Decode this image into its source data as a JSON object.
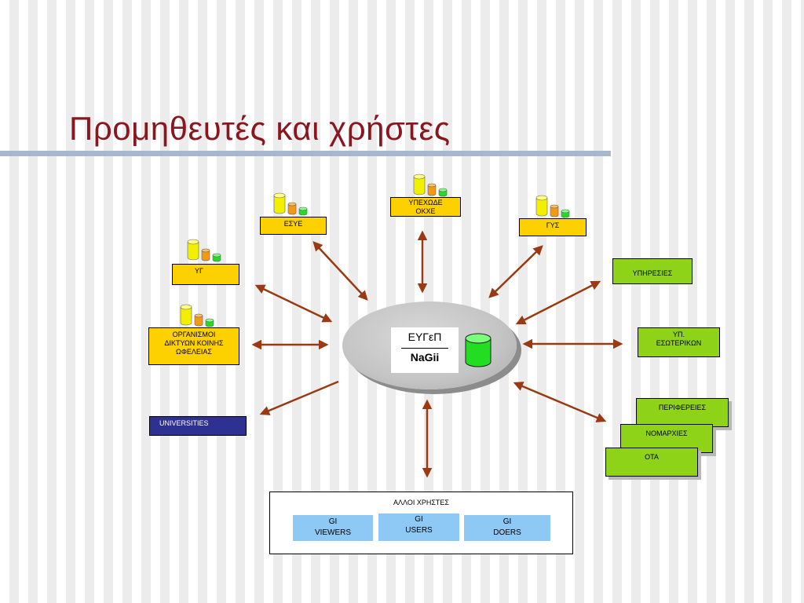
{
  "title": "Προμηθευτές και χρήστες",
  "center": {
    "line1": "ΕΥΓεΠ",
    "line2": "NaGii"
  },
  "nodes": {
    "esye": "ΕΣΥΕ",
    "ypexode": "ΥΠΕΧΩΔΕ\nΟΚΧΕ",
    "gys": "ΓΥΣ",
    "yg": "ΥΓ",
    "organismoi": "ΟΡΓΑΝΙΣΜΟΙ\nΔΙΚΤΥΩΝ    ΚΟΙΝΗΣ\nΩΦΕΛΕΙΑΣ",
    "universities": "UNIVERSITIES",
    "ypiresies": "ΥΠΗΡΕΣΙΕΣ",
    "yp_esoterikon": "ΥΠ.\nΕΣΩΤΕΡΙΚΩΝ",
    "perifereies": "ΠΕΡΙΦΕΡΕΙΕΣ",
    "nomarxies": "ΝΟΜΑΡΧΙΕΣ",
    "ota": "ΟΤΑ"
  },
  "other_users": {
    "title": "ΑΛΛΟΙ ΧΡΗΣΤΕΣ",
    "viewers": "GI\nVIEWERS",
    "users": "GI\nUSERS",
    "doers": "GI\nDOERS"
  },
  "colors": {
    "title": "#8a1620",
    "arrow": "#9a3a12",
    "provider_box": "#fdd000",
    "user_box": "#8ed318",
    "universities_box": "#2e3192",
    "gi_box": "#8ec8f5",
    "center_db": "#22dd22"
  }
}
